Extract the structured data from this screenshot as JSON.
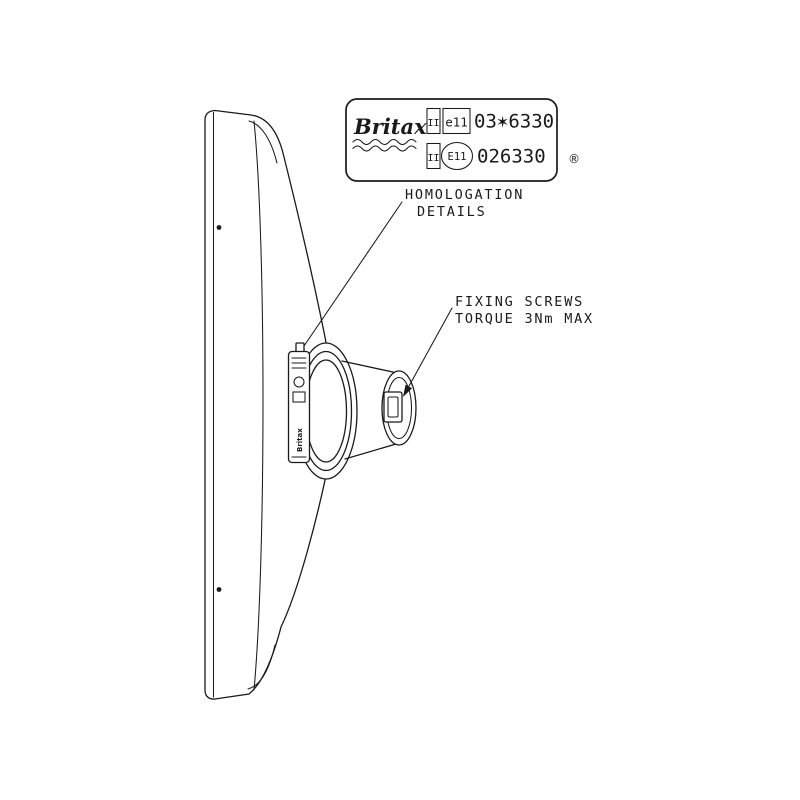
{
  "colors": {
    "background": "#ffffff",
    "ink": "#1a1a1a"
  },
  "approval_label": {
    "brand": "Britax",
    "class_row1": "II",
    "mark_row1": "e11",
    "number_row1": "03✶6330",
    "class_row2": "II",
    "mark_row2": "E11",
    "number_row2": "026330",
    "registered_symbol": "®"
  },
  "callouts": {
    "homologation_line1": "HOMOLOGATION",
    "homologation_line2": "DETAILS",
    "fixing_line1": "FIXING SCREWS",
    "fixing_line2": "TORQUE 3Nm MAX"
  },
  "mirror_label": {
    "brand": "Britax"
  }
}
